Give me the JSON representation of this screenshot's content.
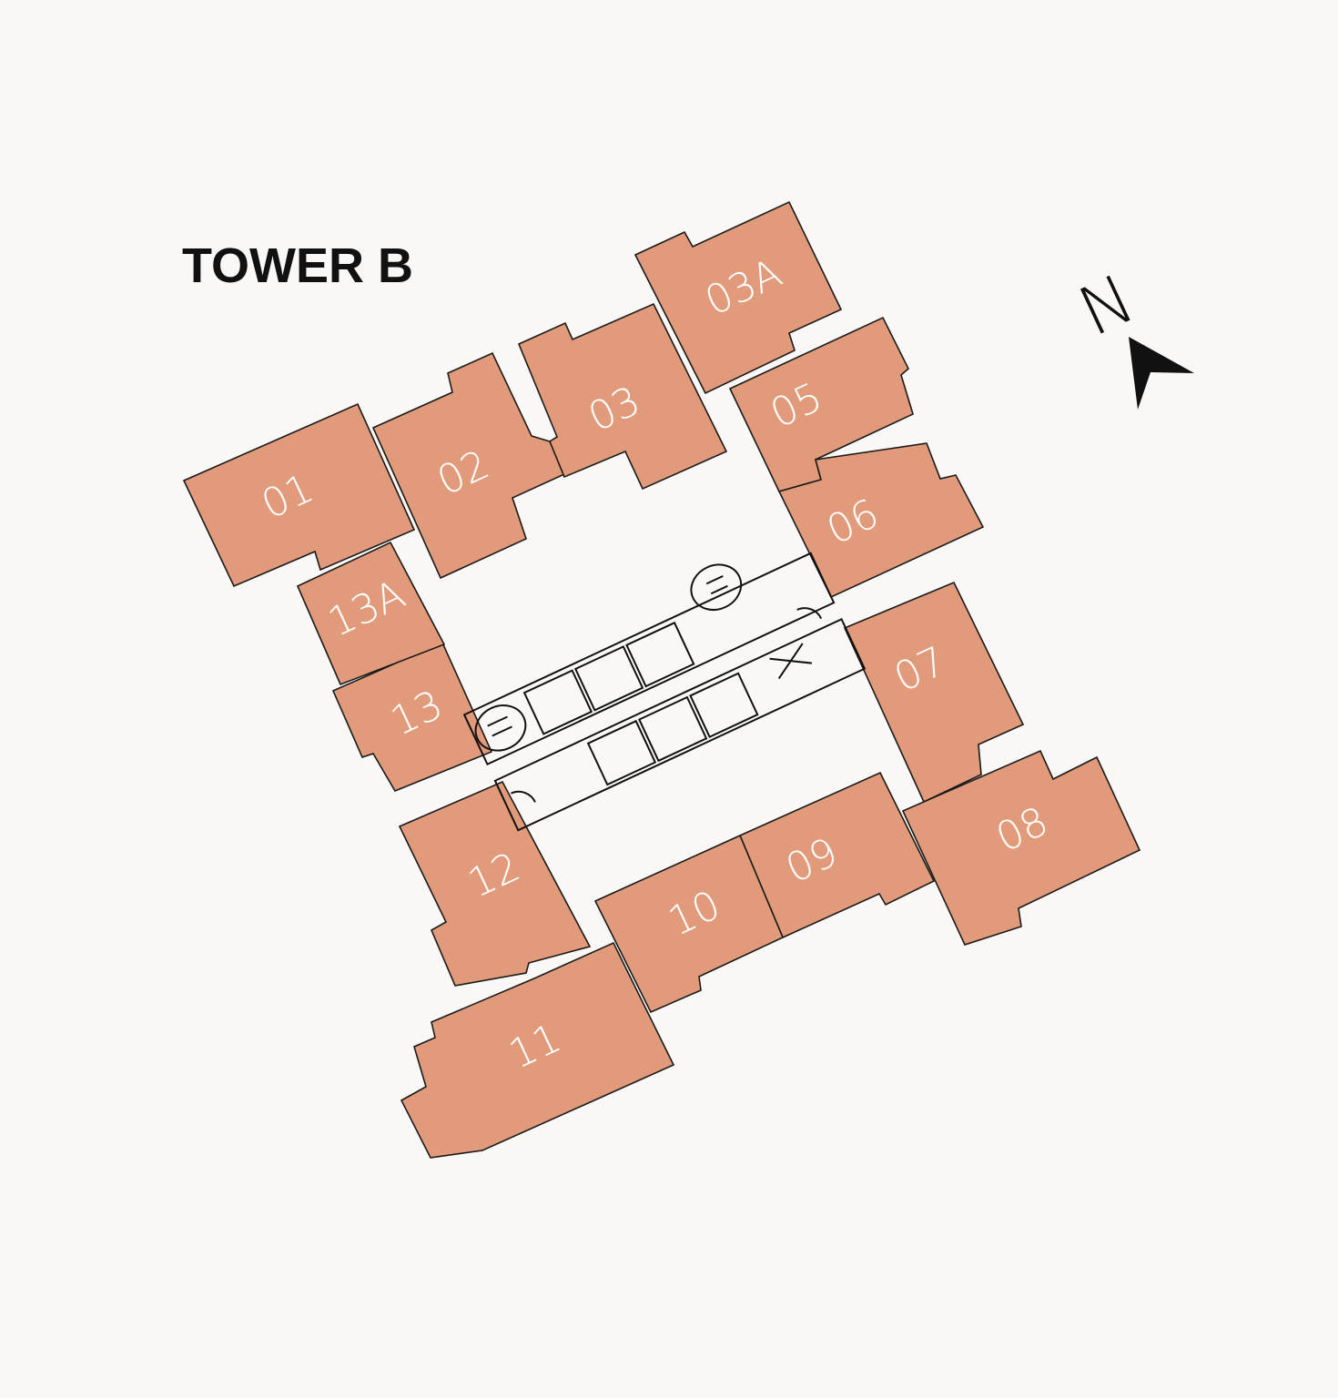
{
  "title": "TOWER B",
  "north_label": "N",
  "colors": {
    "unit_fill": "#e19a7a",
    "background": "#f9f8f6",
    "outline": "#1a1a1a"
  },
  "units": [
    {
      "id": "01"
    },
    {
      "id": "02"
    },
    {
      "id": "03"
    },
    {
      "id": "03A"
    },
    {
      "id": "05"
    },
    {
      "id": "06"
    },
    {
      "id": "07"
    },
    {
      "id": "08"
    },
    {
      "id": "09"
    },
    {
      "id": "10"
    },
    {
      "id": "11"
    },
    {
      "id": "12"
    },
    {
      "id": "13"
    },
    {
      "id": "13A"
    }
  ]
}
